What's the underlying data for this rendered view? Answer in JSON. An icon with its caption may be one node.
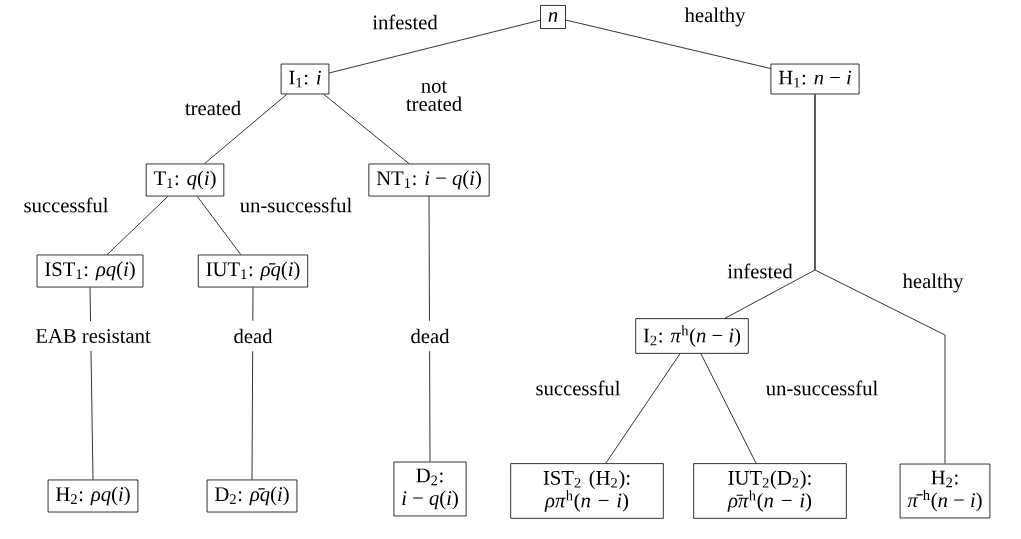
{
  "diagram": {
    "nodes": [
      {
        "text": [
          "*n*"
        ]
      },
      {
        "text": [
          "I$_{1}$: *i*"
        ]
      },
      {
        "text": [
          "H$_{1}$: *n* − *i*"
        ]
      },
      {
        "text": [
          "T$_{1}$: *q*(*i*)"
        ]
      },
      {
        "text": [
          "NT$_{1}$: *i* − *q*(*i*)"
        ]
      },
      {
        "text": [
          "IST$_{1}$: *ρq*(*i*)"
        ]
      },
      {
        "text": [
          "IUT$_{1}$: *ρ̄q*(*i*)"
        ]
      },
      {
        "text": [
          "I$_{2}$: *π*$^{h}$(*n* − *i*)"
        ]
      },
      {
        "text": [
          "H$_{2}$: *ρq*(*i*)"
        ]
      },
      {
        "text": [
          "D$_{2}$: *ρ̄q*(*i*)"
        ]
      },
      {
        "text": [
          "D$_{2}$:",
          "*i* − *q*(*i*)"
        ]
      },
      {
        "text": [
          "IST$_{2}$ (H$_{2}$): *ρπ*$^{h}$(*n* − *i*)"
        ]
      },
      {
        "text": [
          "IUT$_{2}$(D$_{2}$): *ρ̄π*$^{h}$(*n* − *i*)"
        ]
      },
      {
        "text": [
          "H$_{2}$:",
          "*π̄*$^{h}$(*n* − *i*)"
        ]
      }
    ],
    "edges": [
      {
        "from": 0,
        "to": 1,
        "arrow": "none",
        "label": "infested"
      },
      {
        "from": 0,
        "to": 2,
        "arrow": "none",
        "label": "healthy"
      },
      {
        "from": 1,
        "to": 3,
        "arrow": "none",
        "label": "treated"
      },
      {
        "from": 1,
        "to": 4,
        "arrow": "none",
        "label": "not treated"
      },
      {
        "from": 3,
        "to": 5,
        "arrow": "none",
        "label": "successful"
      },
      {
        "from": 3,
        "to": 6,
        "arrow": "none",
        "label": "un-successful"
      },
      {
        "from": 5,
        "to": 8,
        "arrow": "none",
        "label": "EAB resistant"
      },
      {
        "from": 6,
        "to": 9,
        "arrow": "none",
        "label": "dead"
      },
      {
        "from": 4,
        "to": 10,
        "arrow": "none",
        "label": "dead"
      },
      {
        "from": 2,
        "to": 7,
        "arrow": "none",
        "label": "infested"
      },
      {
        "from": 2,
        "to": 13,
        "arrow": "none",
        "label": "healthy"
      },
      {
        "from": 7,
        "to": 11,
        "arrow": "none",
        "label": "successful"
      },
      {
        "from": 7,
        "to": 12,
        "arrow": "none",
        "label": "un-successful"
      }
    ]
  }
}
